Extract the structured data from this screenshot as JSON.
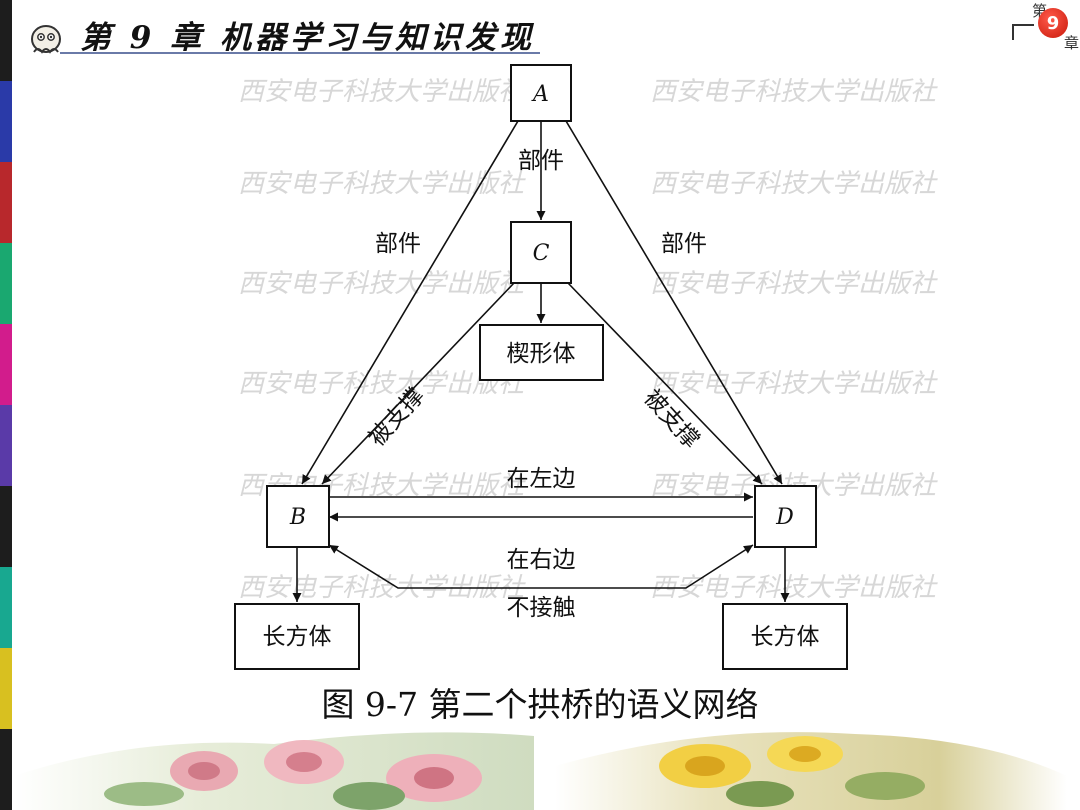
{
  "header": {
    "title": "第 9 章  机器学习与知识发现",
    "badge_top": "第",
    "badge_number": "9",
    "badge_bottom": "章"
  },
  "watermark": "西安电子科技大学出版社",
  "diagram": {
    "nodes": {
      "A": "A",
      "B": "B",
      "C": "C",
      "D": "D",
      "wedge": "楔形体",
      "brick_left": "长方体",
      "brick_right": "长方体"
    },
    "edges": {
      "a_c": "部件",
      "a_b": "部件",
      "a_d": "部件",
      "c_b": "被支撑",
      "c_d": "被支撑",
      "b_d_top": "在左边",
      "d_b": "在右边",
      "b_d_bottom": "不接触"
    }
  },
  "caption": "图  9-7 第二个拱桥的语义网络",
  "colors": {
    "stripe": [
      "#1d1d1d",
      "#2a3aa8",
      "#b8282c",
      "#1aa870",
      "#d21c8c",
      "#5a3aa8",
      "#1d1d1d",
      "#18a890",
      "#d8c020",
      "#1d1d1d"
    ],
    "badge": "#d42a1a"
  }
}
